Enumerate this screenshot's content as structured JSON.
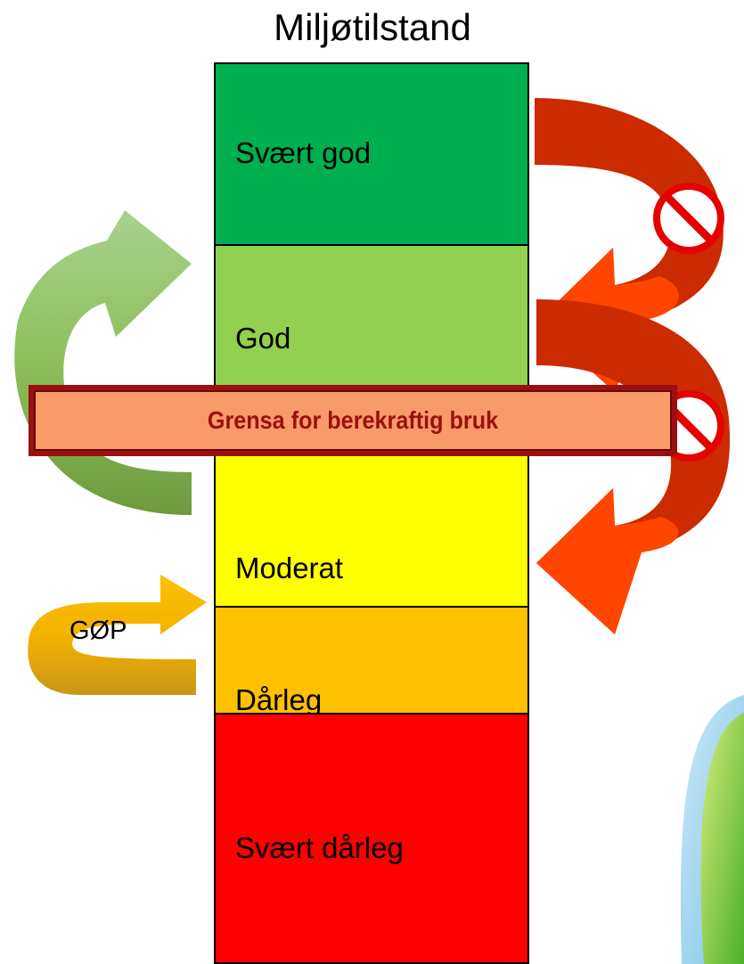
{
  "title": "Miljøtilstand",
  "levels": [
    {
      "label": "Svært god",
      "color": "#00b050"
    },
    {
      "label": "God",
      "color": "#92d050"
    },
    {
      "label": "Moderat",
      "color": "#ffff00"
    },
    {
      "label": "Dårleg",
      "color": "#ffc000"
    },
    {
      "label": "Svært dårleg",
      "color": "#ff0000"
    }
  ],
  "threshold": {
    "label": "Grensa for berekraftig bruk",
    "fill": "#f99a6a",
    "border": "#9a1010"
  },
  "gop": {
    "label": "GØP",
    "color": "#ffc000"
  },
  "arrows": {
    "improvement_color": "#a9d18e",
    "deterioration_color": "#ff4000",
    "deterioration_dark": "#cc2200"
  },
  "icons": [
    "prohibited-icon",
    "prohibited-icon"
  ]
}
